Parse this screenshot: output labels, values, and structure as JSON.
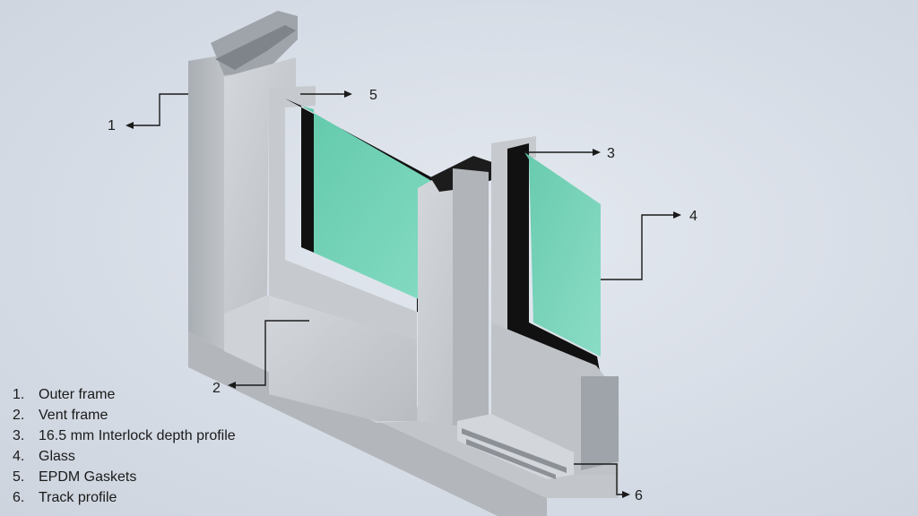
{
  "diagram": {
    "callouts": [
      {
        "id": "1",
        "label": "1"
      },
      {
        "id": "2",
        "label": "2"
      },
      {
        "id": "3",
        "label": "3"
      },
      {
        "id": "4",
        "label": "4"
      },
      {
        "id": "5",
        "label": "5"
      },
      {
        "id": "6",
        "label": "6"
      }
    ],
    "legend": [
      {
        "number": "1.",
        "text": "Outer frame"
      },
      {
        "number": "2.",
        "text": "Vent frame"
      },
      {
        "number": "3.",
        "text": "16.5 mm Interlock depth profile"
      },
      {
        "number": "4.",
        "text": "Glass"
      },
      {
        "number": "5.",
        "text": "EPDM Gaskets"
      },
      {
        "number": "6.",
        "text": "Track profile"
      }
    ],
    "colors": {
      "background": "#d9dfe7",
      "aluminium": "#c9ccd0",
      "aluminium_dark": "#9ea3a9",
      "glass": "#6fd2b4",
      "gasket": "#111111",
      "leader": "#1a1a1a"
    }
  }
}
